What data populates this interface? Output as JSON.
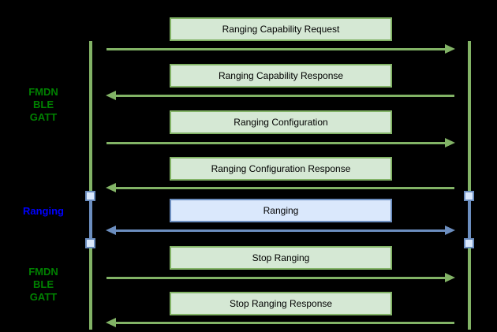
{
  "colors": {
    "background": "#000000",
    "green_fill": "#d5e8d4",
    "green_stroke": "#82b366",
    "blue_fill": "#dae8fc",
    "blue_stroke": "#6c8ebf",
    "green_text": "#008000",
    "blue_text": "#0000ff",
    "box_text": "#000000"
  },
  "side_labels": [
    {
      "text": "FMDN\nBLE\nGATT",
      "style": "green"
    },
    {
      "text": "Ranging",
      "style": "blue"
    },
    {
      "text": "FMDN\nBLE\nGATT",
      "style": "green"
    }
  ],
  "messages": [
    {
      "label": "Ranging Capability Request",
      "direction": "right",
      "style": "green"
    },
    {
      "label": "Ranging Capability Response",
      "direction": "left",
      "style": "green"
    },
    {
      "label": "Ranging Configuration",
      "direction": "right",
      "style": "green"
    },
    {
      "label": "Ranging Configuration Response",
      "direction": "left",
      "style": "green"
    },
    {
      "label": "Ranging",
      "direction": "both",
      "style": "blue"
    },
    {
      "label": "Stop Ranging",
      "direction": "right",
      "style": "green"
    },
    {
      "label": "Stop Ranging Response",
      "direction": "left",
      "style": "green"
    }
  ]
}
